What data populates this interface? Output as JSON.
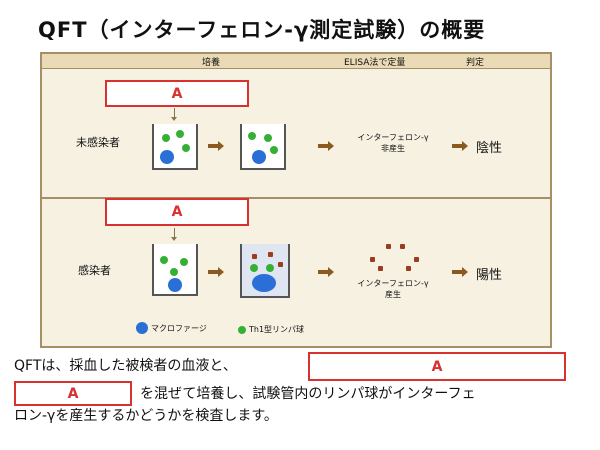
{
  "title": "QFT（インターフェロン-γ測定試験）の概要",
  "header": {
    "culture": "培養",
    "elisa": "ELISA法で定量",
    "judgement": "判定"
  },
  "answer_placeholder": "A",
  "groups": {
    "uninfected": {
      "label": "未感染者",
      "output": "インターフェロン-γ\n非産生",
      "result": "陰性"
    },
    "infected": {
      "label": "感染者",
      "output": "インターフェロン-γ\n産生",
      "result": "陽性"
    }
  },
  "legend": {
    "macrophage": "マクロファージ",
    "th1": "Th1型リンパ球"
  },
  "sentence": {
    "part1": "QFTは、採血した被検者の血液と、",
    "part2": "を混ぜて培養し、試験管内のリンパ球がインターフェ",
    "part3": "ロン-γを産生するかどうかを検査します。"
  },
  "colors": {
    "answer_red": "#d93030",
    "macrophage": "#2a6fd6",
    "lymphocyte": "#35b035",
    "ifn": "#9b3b20"
  },
  "icons": {
    "arrow": "right-arrow-icon"
  }
}
